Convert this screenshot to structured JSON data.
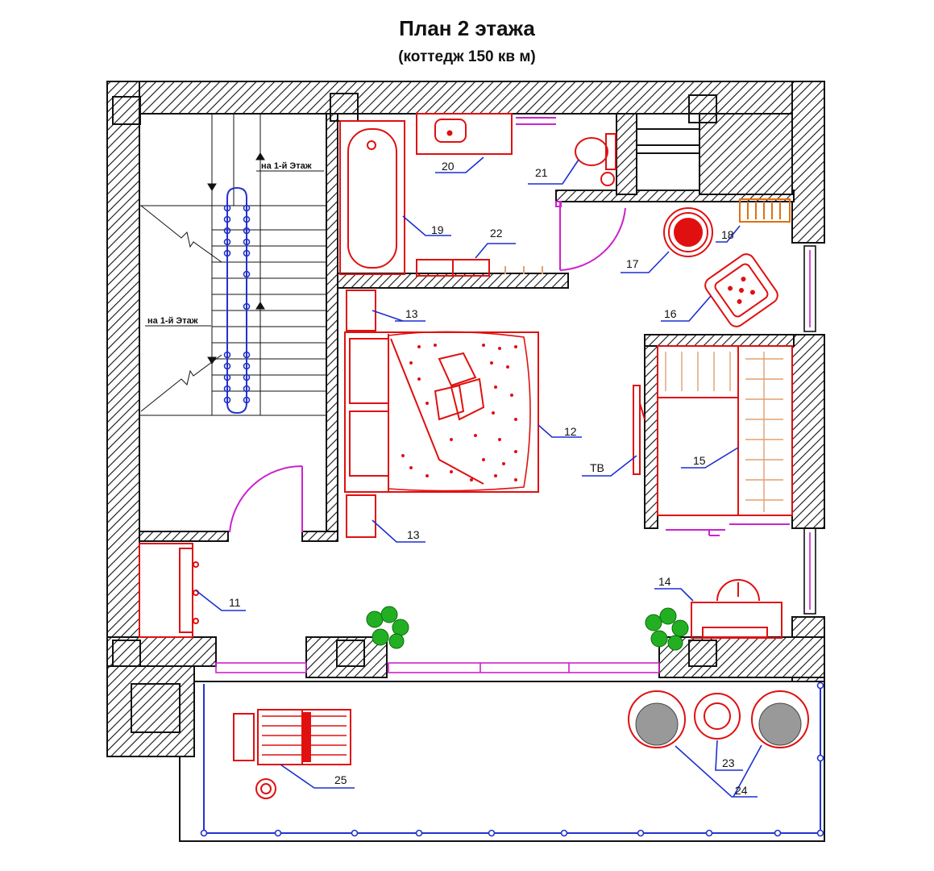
{
  "title": "План 2 этажа",
  "subtitle": "(коттедж 150 кв м)",
  "stairs": {
    "label_top": "на 1-й Этаж",
    "label_bottom": "на 1-й Этаж"
  },
  "labels": {
    "n11": "11",
    "n12": "12",
    "n13a": "13",
    "n13b": "13",
    "n14": "14",
    "n15": "15",
    "n16": "16",
    "n17": "17",
    "n18": "18",
    "n19": "19",
    "n20": "20",
    "n21": "21",
    "n22": "22",
    "n23": "23",
    "n24": "24",
    "n25": "25",
    "tv": "ТВ"
  },
  "colors": {
    "wall": "#111111",
    "furniture": "#e01010",
    "leader": "#1c2fd0",
    "door": "#cc22cc",
    "plant": "#1aa51a"
  }
}
